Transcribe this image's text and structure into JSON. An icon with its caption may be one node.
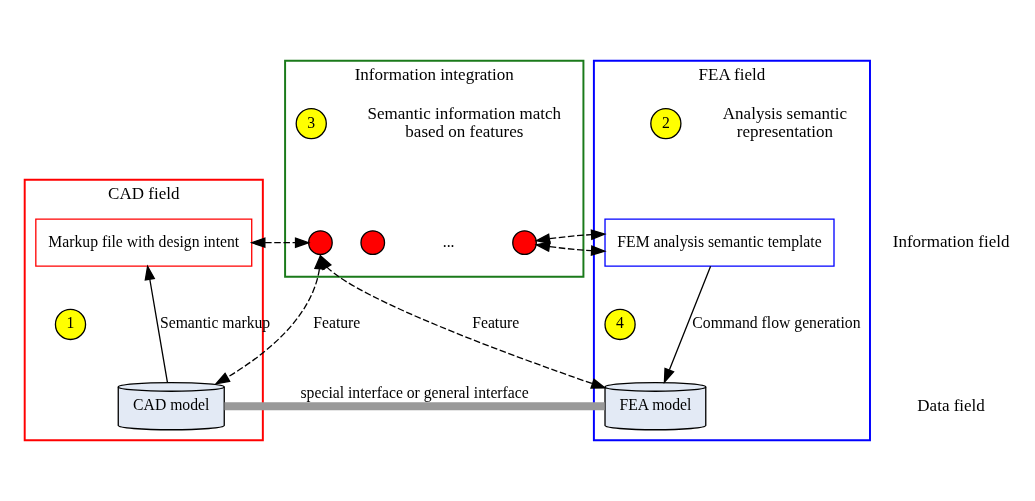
{
  "diagram": {
    "nodes": [
      {
        "text": [
          "CAD field"
        ]
      },
      {
        "text": [
          "Information integration"
        ]
      },
      {
        "text": [
          "FEA field"
        ]
      },
      {
        "text": [
          "3"
        ],
        "in": 1,
        "beside": [
          "Semantic information match based on features"
        ]
      },
      {
        "text": [
          "2"
        ],
        "in": 2,
        "beside": [
          "Analysis semantic representation"
        ]
      },
      {
        "text": [
          "Markup file with design intent"
        ],
        "in": 0
      },
      {
        "text": [],
        "shape": "circle",
        "in": 1
      },
      {
        "text": [],
        "shape": "circle",
        "in": 1
      },
      {
        "text": [],
        "shape": "circle",
        "in": 1
      },
      {
        "text": [
          "FEM analysis semantic template"
        ],
        "in": 2
      },
      {
        "text": [
          "1"
        ],
        "in": 0
      },
      {
        "text": [
          "4"
        ],
        "in": 2
      },
      {
        "text": [
          "CAD model"
        ],
        "in": 0
      },
      {
        "text": [
          "FEA model"
        ],
        "in": 2
      }
    ],
    "edges": [
      {
        "from": 5,
        "to": 6,
        "arrow": "both",
        "style": "dashed"
      },
      {
        "from": 8,
        "to": 9,
        "arrow": "both",
        "style": "dashed"
      },
      {
        "from": 12,
        "to": 5,
        "arrow": "to",
        "label": "Semantic markup"
      },
      {
        "from": 6,
        "to": 12,
        "arrow": "both",
        "style": "dashed",
        "label": "Feature"
      },
      {
        "from": 6,
        "to": 13,
        "arrow": "both",
        "style": "dashed",
        "label": "Feature"
      },
      {
        "from": 9,
        "to": 13,
        "arrow": "to",
        "label": "Command flow generation"
      },
      {
        "from": 12,
        "to": 13,
        "arrow": "none",
        "style": "thick",
        "color": "#999999",
        "label": "special interface or general interface"
      }
    ],
    "labels": [
      "Information field",
      "...",
      "Data field"
    ]
  }
}
